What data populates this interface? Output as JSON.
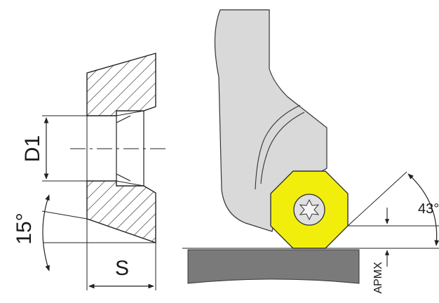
{
  "labels": {
    "d1": "D1",
    "angle_left": "15°",
    "thickness": "S",
    "angle_right": "43°",
    "apmx": "APMX"
  },
  "colors": {
    "insert_fill": "#f2ee0c",
    "holder_fill": "#d9d9d9",
    "workpiece_fill": "#7a7a7a",
    "line": "#222222"
  }
}
